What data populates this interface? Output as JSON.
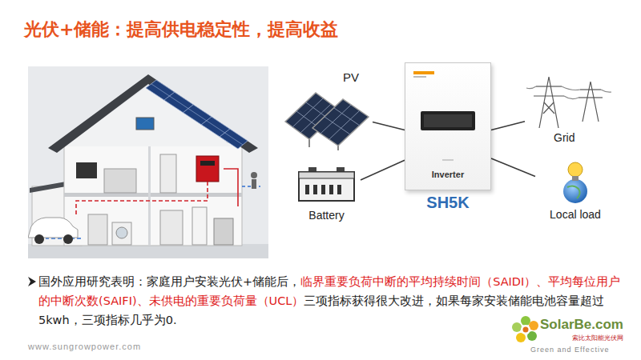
{
  "diagram": {
    "title": "光伏+储能：提高供电稳定性，提高收益",
    "nodes": [
      {
        "text": [
          "PV"
        ]
      },
      {
        "text": [
          "Inverter",
          "SH5K"
        ]
      },
      {
        "text": [
          "Grid"
        ]
      },
      {
        "text": [
          "Battery"
        ]
      },
      {
        "text": [
          "Local load"
        ]
      }
    ],
    "edges": [
      {
        "from": 0,
        "to": 1,
        "arrow": "none"
      },
      {
        "from": 3,
        "to": 1,
        "arrow": "none"
      },
      {
        "from": 1,
        "to": 2,
        "arrow": "none"
      },
      {
        "from": 1,
        "to": 4,
        "arrow": "none"
      }
    ],
    "labels": [
      "国外应用研究表明：家庭用户安装光伏+储能后，",
      "临界重要负荷中断的平均持续时间（SAIDI）、平均每位用户的中断次数(SAIFI)、未供电的重要负荷量（UCL）",
      "三项指标获得很大改进，如果每家安装储能电池容量超过5kwh，三项指标几乎为0.",
      "www.sungrowpower.com",
      "SolarBe.com",
      "索比太阳能光伏网",
      "Green and Effective"
    ]
  }
}
